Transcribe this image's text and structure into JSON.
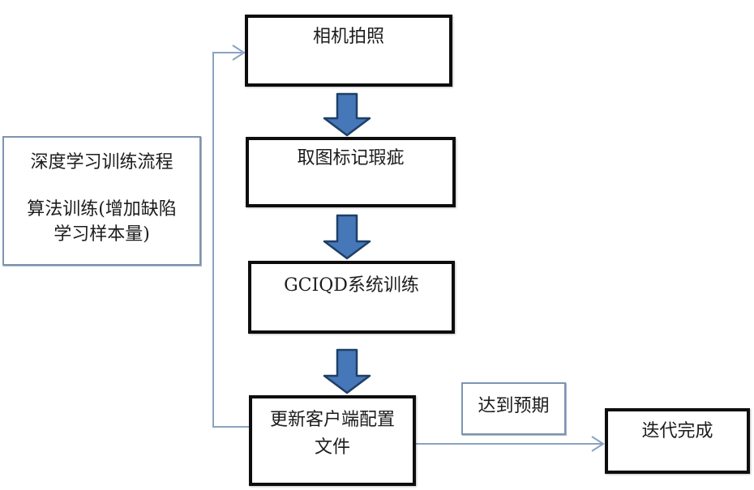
{
  "diagram": {
    "nodes": {
      "camera": {
        "label": "相机拍照"
      },
      "mark_defects": {
        "label": "取图标记瑕疵"
      },
      "system_training": {
        "label": "GCIQD系统训练"
      },
      "update_config": {
        "line1": "更新客户端配置",
        "line2": "文件"
      },
      "process_note": {
        "line1": "深度学习训练流程",
        "line2": "算法训练(增加缺陷",
        "line3": "学习样本量)"
      },
      "expectation": {
        "label": "达到预期"
      },
      "done": {
        "label": "迭代完成"
      }
    },
    "colors": {
      "background": "#ffffff",
      "process_box_border": "#0d0d0d",
      "note_box_border": "#7d94b0",
      "connector_line": "#8aa2c2",
      "block_arrow_fill": "#4577b9",
      "block_arrow_stroke": "#1f3f66",
      "text": "#1c1c1c"
    }
  }
}
